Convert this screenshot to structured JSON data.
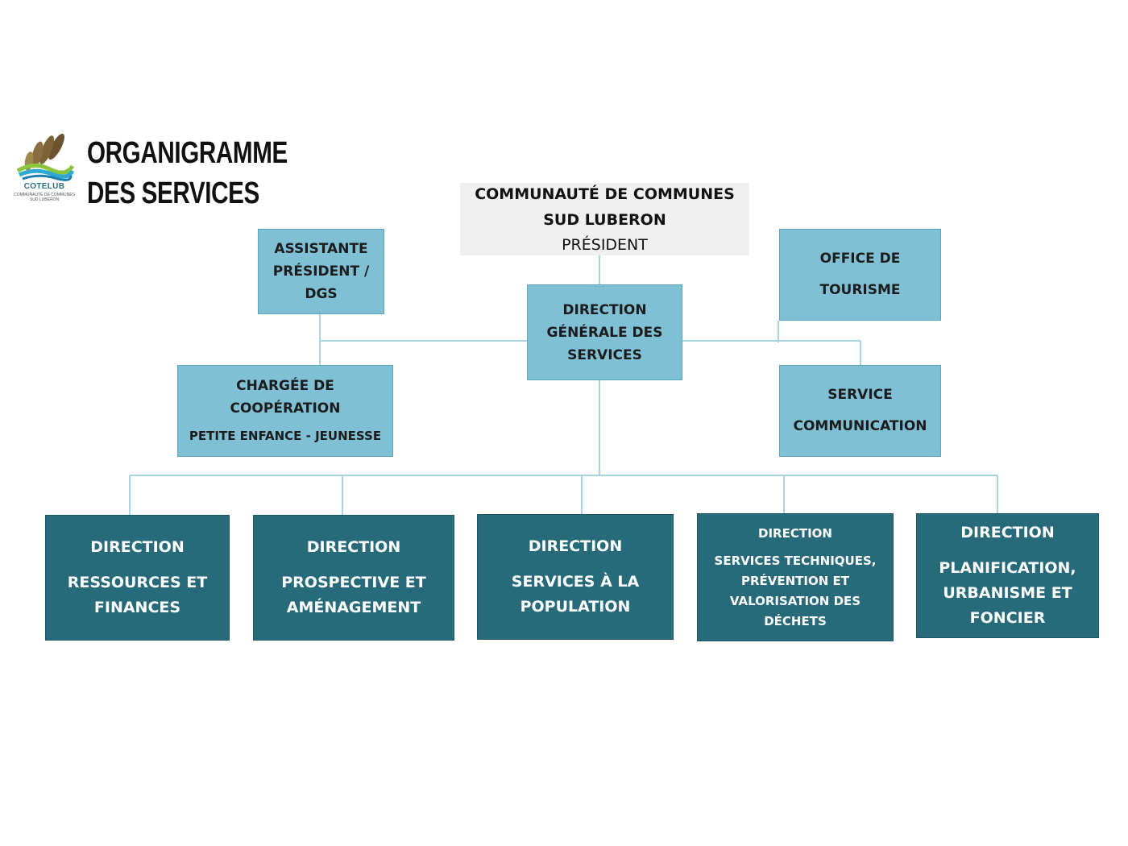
{
  "header": {
    "logo": {
      "name": "COTELUB",
      "sub_line1": "COMMUNAUTÉ DE COMMUNES",
      "sub_line2": "SUD LUBERON"
    },
    "title_line1": "ORGANIGRAMME",
    "title_line2": "DES SERVICES"
  },
  "president": {
    "line1": "COMMUNAUTÉ DE COMMUNES",
    "line2": "SUD LUBERON",
    "role": "PRÉSIDENT"
  },
  "assistante": {
    "line1": "ASSISTANTE",
    "line2": "PRÉSIDENT /",
    "line3": "DGS"
  },
  "dgs": {
    "line1": "DIRECTION",
    "line2": "GÉNÉRALE DES",
    "line3": "SERVICES"
  },
  "office_tourisme": {
    "line1": "OFFICE DE",
    "line2": "TOURISME"
  },
  "chargee": {
    "line1": "CHARGÉE DE",
    "line2": "COOPÉRATION",
    "line3": "PETITE ENFANCE - JEUNESSE"
  },
  "communication": {
    "line1": "SERVICE",
    "line2": "COMMUNICATION"
  },
  "directions": [
    {
      "head": "DIRECTION",
      "line1": "RESSOURCES ET",
      "line2": "FINANCES"
    },
    {
      "head": "DIRECTION",
      "line1": "PROSPECTIVE ET",
      "line2": "AMÉNAGEMENT"
    },
    {
      "head": "DIRECTION",
      "line1": "SERVICES À LA",
      "line2": "POPULATION"
    },
    {
      "head": "DIRECTION",
      "line1": "SERVICES TECHNIQUES,",
      "line2": "PRÉVENTION ET",
      "line3": "VALORISATION DES",
      "line4": "DÉCHETS"
    },
    {
      "head": "DIRECTION",
      "line1": "PLANIFICATION,",
      "line2": "URBANISME ET",
      "line3": "FONCIER"
    }
  ],
  "colors": {
    "light_box": "#7fc0d5",
    "dark_box": "#276a7a",
    "president_box": "#f0f0f0",
    "connector": "#a9d3df"
  }
}
